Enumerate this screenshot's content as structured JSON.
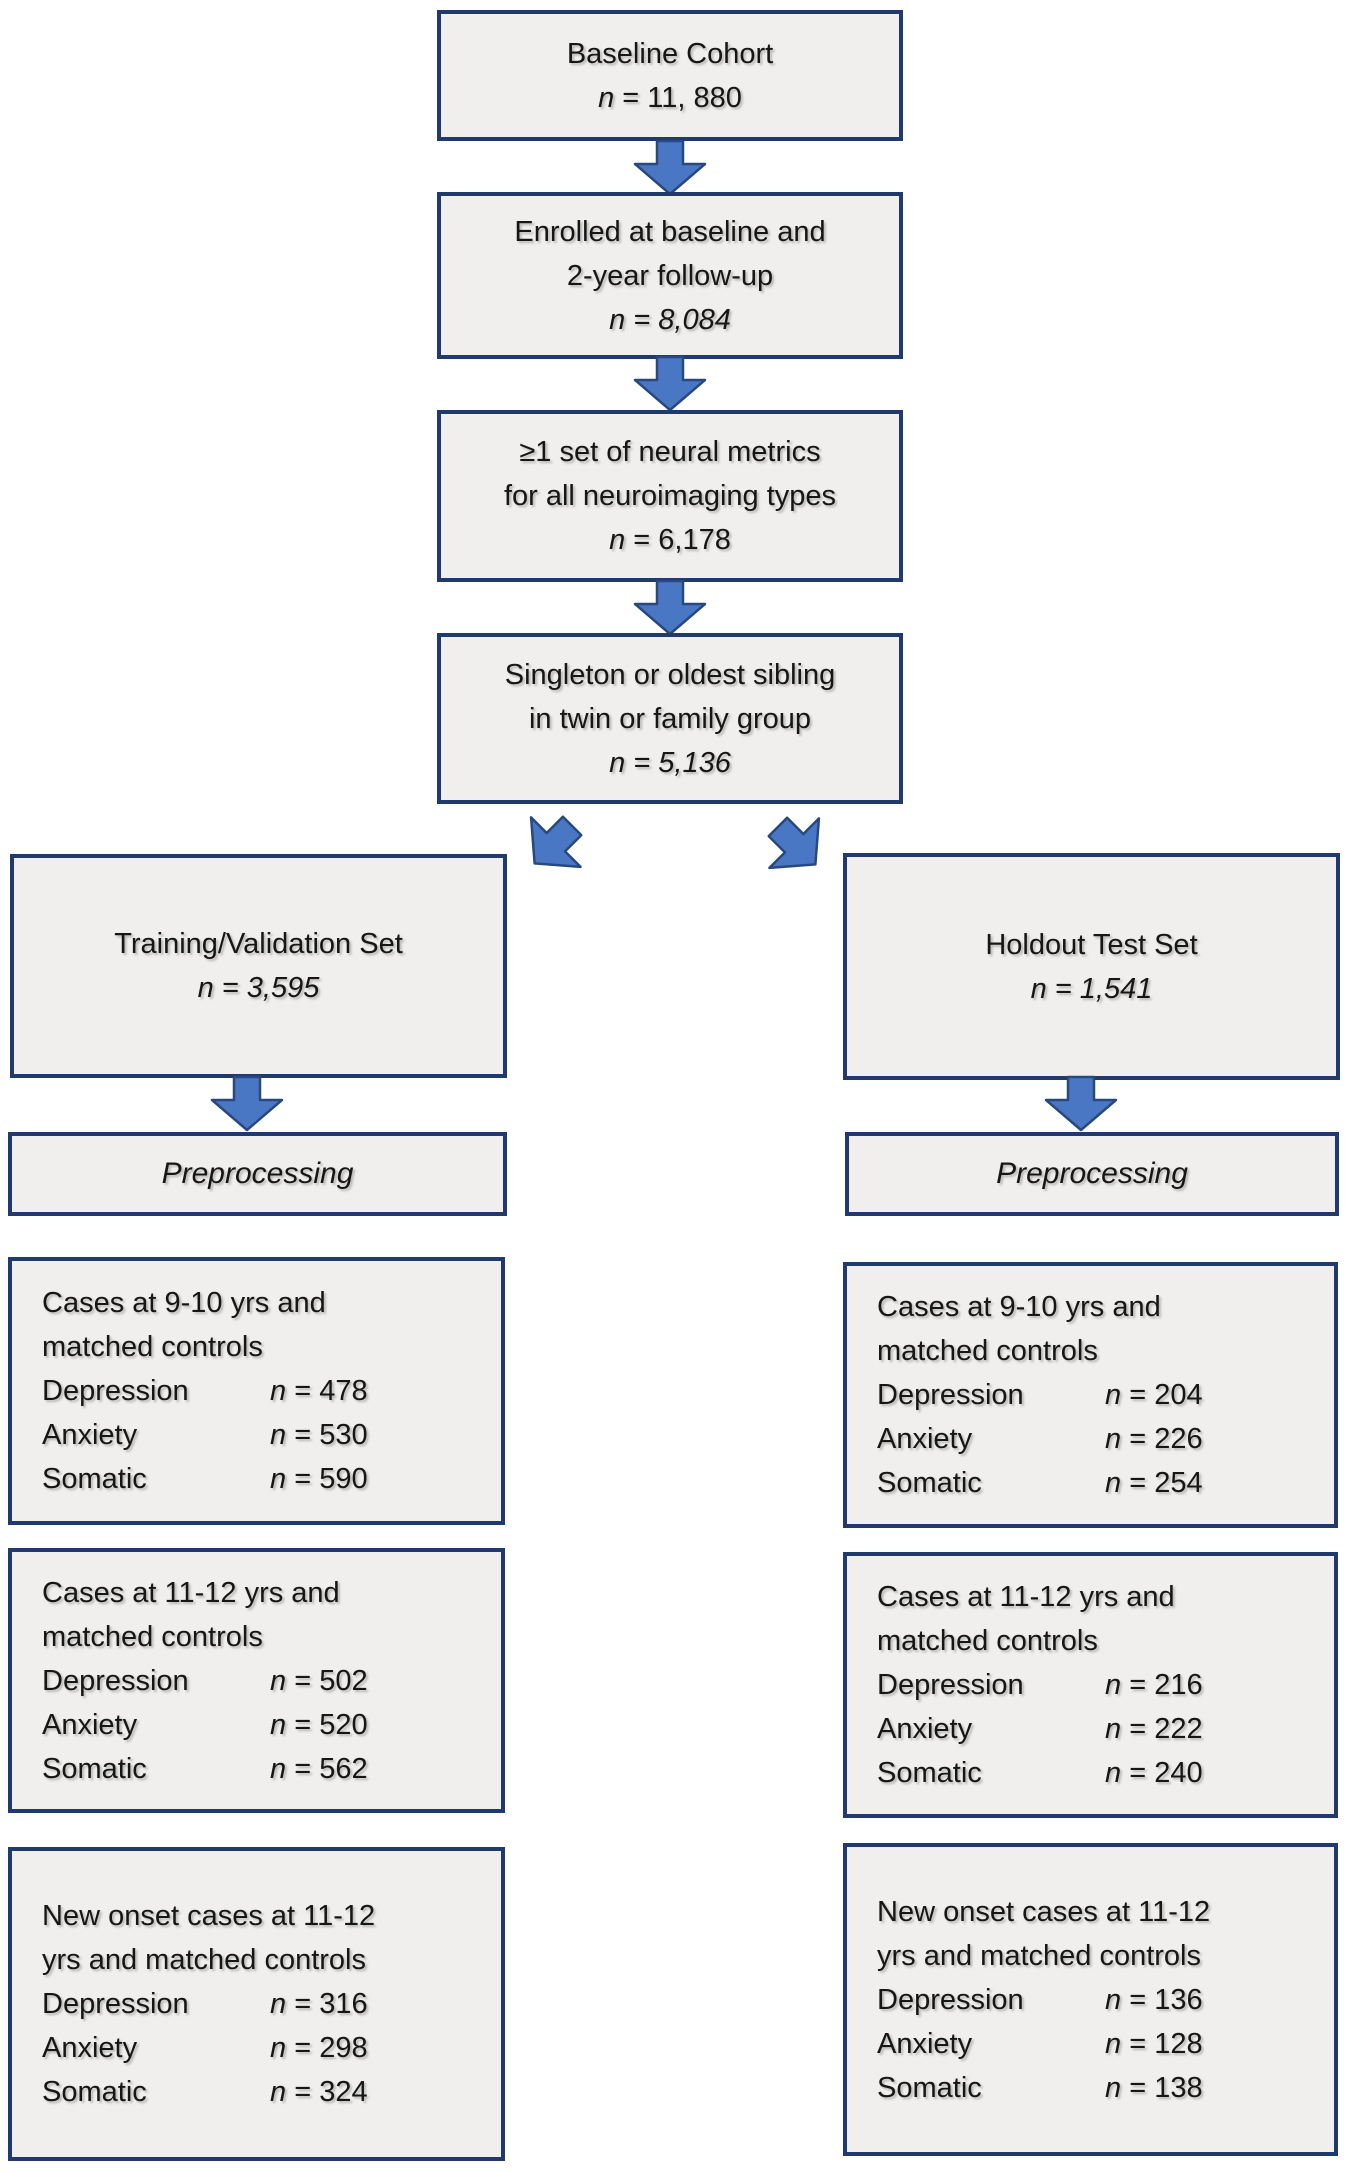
{
  "colors": {
    "background": "#ffffff",
    "box_fill": "#f0efed",
    "box_border": "#203a6d",
    "arrow_fill": "#4a77c4",
    "arrow_outline": "#28497f",
    "text": "#161616"
  },
  "nodes": {
    "baseline": {
      "lines": [
        "Baseline Cohort"
      ],
      "n": "n",
      "value": " = 11, 880"
    },
    "enrolled": {
      "lines": [
        "Enrolled at baseline and",
        "2-year follow-up"
      ],
      "n": "n",
      "value": " = 8,084"
    },
    "neural_metrics": {
      "lines": [
        "≥1 set of neural metrics",
        "for all neuroimaging types"
      ],
      "n": "n",
      "value": " = 6,178"
    },
    "singleton": {
      "lines": [
        "Singleton or oldest sibling",
        "in twin or family group"
      ],
      "n": "n",
      "value": " = 5,136"
    },
    "training": {
      "lines": [
        "Training/Validation Set"
      ],
      "n": "n",
      "value": " = 3,595"
    },
    "holdout": {
      "lines": [
        "Holdout Test Set"
      ],
      "n": "n",
      "value": " = 1,541"
    },
    "preprocessing_left": {
      "label": "Preprocessing"
    },
    "preprocessing_right": {
      "label": "Preprocessing"
    }
  },
  "case_boxes": {
    "left": [
      {
        "title_lines": [
          "Cases at 9-10 yrs and",
          "matched controls"
        ],
        "rows": [
          {
            "label": "Depression",
            "n": "n",
            "value": " = 478"
          },
          {
            "label": "Anxiety",
            "n": "n",
            "value": " = 530"
          },
          {
            "label": "Somatic",
            "n": "n",
            "value": " = 590"
          }
        ]
      },
      {
        "title_lines": [
          "Cases at 11-12 yrs and",
          "matched controls"
        ],
        "rows": [
          {
            "label": "Depression",
            "n": "n",
            "value": " = 502"
          },
          {
            "label": "Anxiety",
            "n": "n",
            "value": " = 520"
          },
          {
            "label": "Somatic",
            "n": "n",
            "value": " = 562"
          }
        ]
      },
      {
        "title_lines": [
          "New onset cases at 11-12",
          "yrs and matched controls"
        ],
        "rows": [
          {
            "label": "Depression",
            "n": "n",
            "value": " = 316"
          },
          {
            "label": "Anxiety",
            "n": "n",
            "value": " = 298"
          },
          {
            "label": "Somatic",
            "n": "n",
            "value": " = 324"
          }
        ]
      }
    ],
    "right": [
      {
        "title_lines": [
          "Cases at 9-10 yrs and",
          "matched controls"
        ],
        "rows": [
          {
            "label": "Depression",
            "n": "n",
            "value": " = 204"
          },
          {
            "label": "Anxiety",
            "n": "n",
            "value": " = 226"
          },
          {
            "label": "Somatic",
            "n": "n",
            "value": " = 254"
          }
        ]
      },
      {
        "title_lines": [
          "Cases at 11-12 yrs and",
          "matched controls"
        ],
        "rows": [
          {
            "label": "Depression",
            "n": "n",
            "value": " = 216"
          },
          {
            "label": "Anxiety",
            "n": "n",
            "value": " = 222"
          },
          {
            "label": "Somatic",
            "n": "n",
            "value": " = 240"
          }
        ]
      },
      {
        "title_lines": [
          "New onset cases at 11-12",
          "yrs and matched controls"
        ],
        "rows": [
          {
            "label": "Depression",
            "n": "n",
            "value": " = 136"
          },
          {
            "label": "Anxiety",
            "n": "n",
            "value": " = 128"
          },
          {
            "label": "Somatic",
            "n": "n",
            "value": " = 138"
          }
        ]
      }
    ]
  }
}
